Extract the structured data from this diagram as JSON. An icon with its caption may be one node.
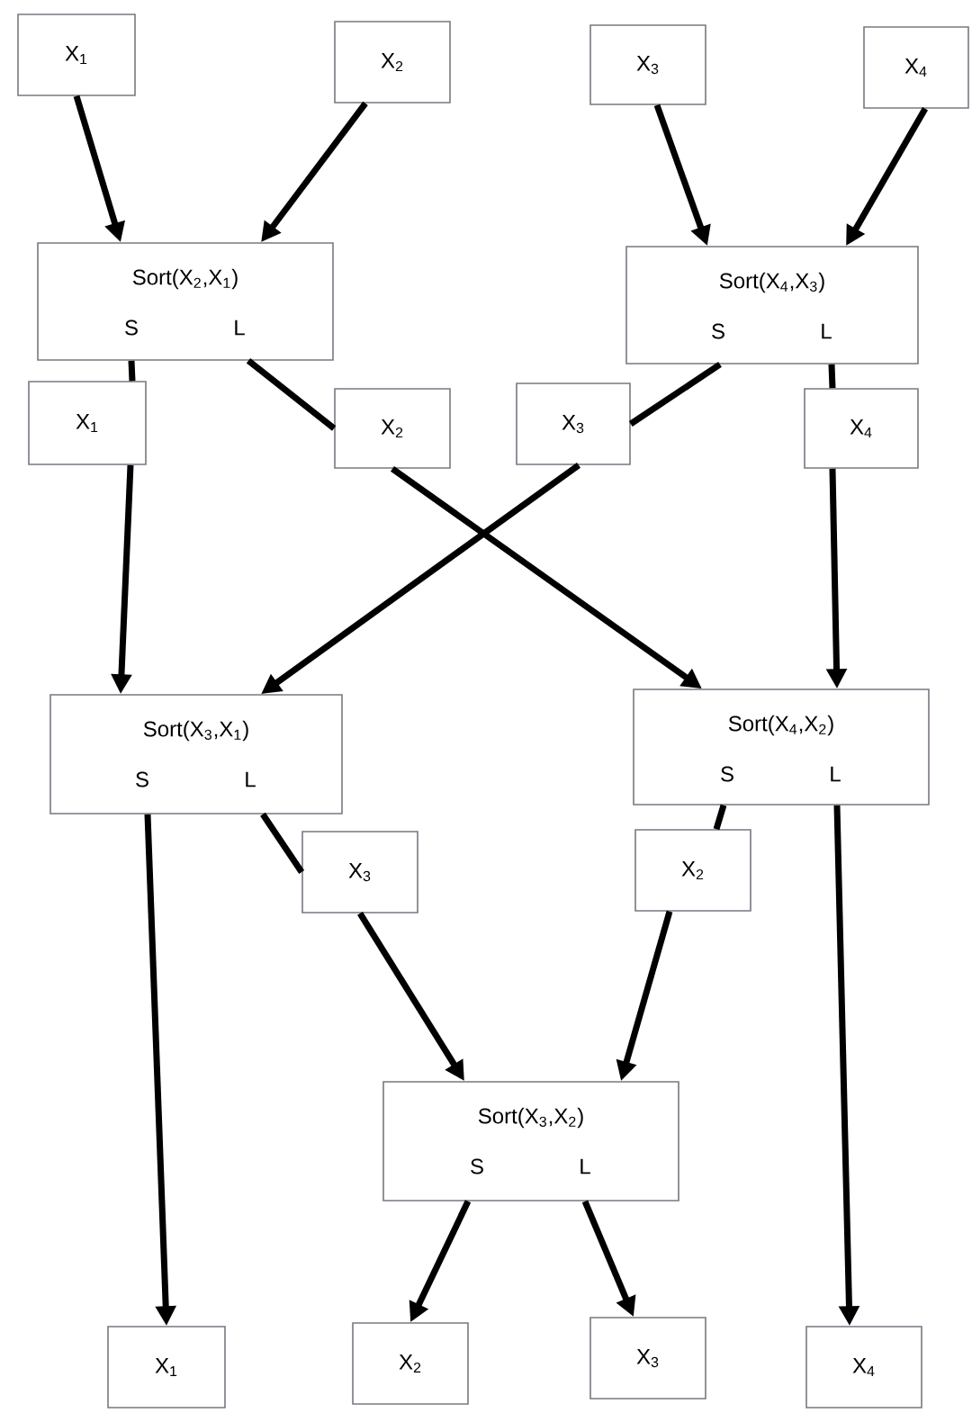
{
  "diagram": {
    "nodes": [
      {
        "text": [
          "X$_{1}$"
        ]
      },
      {
        "text": [
          "X$_{2}$"
        ]
      },
      {
        "text": [
          "X$_{3}$"
        ]
      },
      {
        "text": [
          "X$_{4}$"
        ]
      },
      {
        "text": [
          "Sort(X$_{2}$,X$_{1}$)",
          "S",
          "L"
        ]
      },
      {
        "text": [
          "Sort(X$_{4}$,X$_{3}$)",
          "S",
          "L"
        ]
      },
      {
        "text": [
          "X$_{1}$"
        ]
      },
      {
        "text": [
          "X$_{2}$"
        ]
      },
      {
        "text": [
          "X$_{3}$"
        ]
      },
      {
        "text": [
          "X$_{4}$"
        ]
      },
      {
        "text": [
          "Sort(X$_{3}$,X$_{1}$)",
          "S",
          "L"
        ]
      },
      {
        "text": [
          "Sort(X$_{4}$,X$_{2}$)",
          "S",
          "L"
        ]
      },
      {
        "text": [
          "X$_{3}$"
        ]
      },
      {
        "text": [
          "X$_{2}$"
        ]
      },
      {
        "text": [
          "Sort(X$_{3}$,X$_{2}$)",
          "S",
          "L"
        ]
      },
      {
        "text": [
          "X$_{1}$"
        ]
      },
      {
        "text": [
          "X$_{2}$"
        ]
      },
      {
        "text": [
          "X$_{3}$"
        ]
      },
      {
        "text": [
          "X$_{4}$"
        ]
      }
    ],
    "edges": [
      {
        "from": 0,
        "to": 4,
        "arrow": "to"
      },
      {
        "from": 1,
        "to": 4,
        "arrow": "to"
      },
      {
        "from": 2,
        "to": 5,
        "arrow": "to"
      },
      {
        "from": 3,
        "to": 5,
        "arrow": "to"
      },
      {
        "from": 4,
        "to": 6,
        "arrow": "none"
      },
      {
        "from": 6,
        "to": 10,
        "arrow": "to"
      },
      {
        "from": 4,
        "to": 7,
        "arrow": "none"
      },
      {
        "from": 7,
        "to": 11,
        "arrow": "to"
      },
      {
        "from": 5,
        "to": 8,
        "arrow": "none"
      },
      {
        "from": 8,
        "to": 10,
        "arrow": "to"
      },
      {
        "from": 5,
        "to": 9,
        "arrow": "none"
      },
      {
        "from": 9,
        "to": 11,
        "arrow": "to"
      },
      {
        "from": 10,
        "to": 15,
        "arrow": "to"
      },
      {
        "from": 10,
        "to": 12,
        "arrow": "none"
      },
      {
        "from": 12,
        "to": 14,
        "arrow": "to"
      },
      {
        "from": 11,
        "to": 13,
        "arrow": "none"
      },
      {
        "from": 13,
        "to": 14,
        "arrow": "to"
      },
      {
        "from": 11,
        "to": 18,
        "arrow": "to"
      },
      {
        "from": 14,
        "to": 16,
        "arrow": "to"
      },
      {
        "from": 14,
        "to": 17,
        "arrow": "to"
      }
    ]
  }
}
